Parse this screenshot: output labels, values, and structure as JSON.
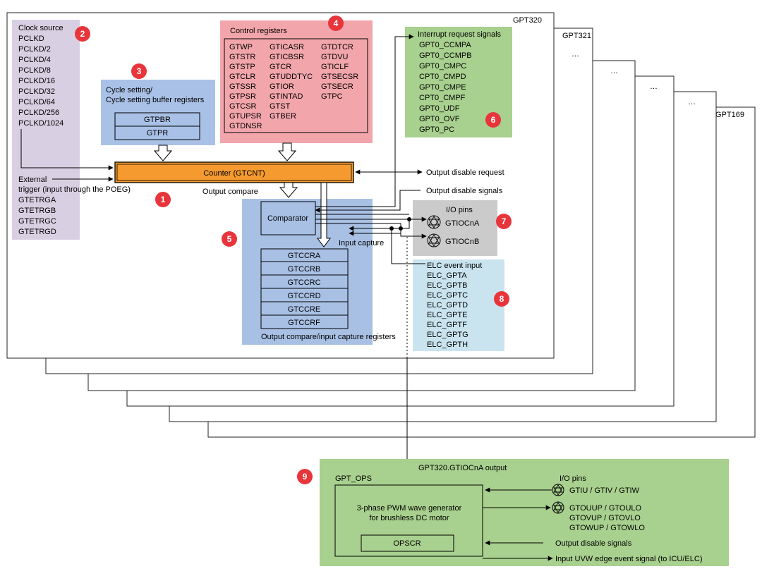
{
  "stack": {
    "gpt320": "GPT320",
    "gpt321": "GPT321",
    "gpt169": "GPT169",
    "ellipsis": "…"
  },
  "clock": {
    "title": "Clock source",
    "items": [
      "PCLKD",
      "PCLKD/2",
      "PCLKD/4",
      "PCLKD/8",
      "PCLKD/16",
      "PCLKD/32",
      "PCLKD/64",
      "PCLKD/256",
      "PCLKD/1024"
    ],
    "ext_line1": "External",
    "ext_line2": "trigger (input through the POEG)",
    "triggers": [
      "GTETRGA",
      "GTETRGB",
      "GTETRGC",
      "GTETRGD"
    ]
  },
  "cycle": {
    "title1": "Cycle setting/",
    "title2": "Cycle setting buffer registers",
    "regs": [
      "GTPBR",
      "GTPR"
    ]
  },
  "control": {
    "title": "Control registers",
    "col1": [
      "GTWP",
      "GTSTR",
      "GTSTP",
      "GTCLR",
      "GTSSR",
      "GTPSR",
      "GTCSR",
      "GTUPSR",
      "GTDNSR"
    ],
    "col2": [
      "GTICASR",
      "GTICBSR",
      "GTCR",
      "GTUDDTYC",
      "GTIOR",
      "GTINTAD",
      "GTST",
      "GTBER"
    ],
    "col3": [
      "GTDTCR",
      "GTDVU",
      "GTICLF",
      "GTSECSR",
      "GTSECR",
      "GTPC"
    ]
  },
  "interrupt": {
    "title": "Interrupt request signals",
    "items": [
      "GPT0_CCMPA",
      "GPT0_CCMPB",
      "GPT0_CMPC",
      "CPT0_CMPD",
      "GPT0_CMPE",
      "CPT0_CMPF",
      "GPT0_UDF",
      "GPT0_OVF",
      "GPT0_PC"
    ]
  },
  "counter": {
    "label": "Counter (GTCNT)"
  },
  "comparator": {
    "label": "Comparator"
  },
  "compare": {
    "regs": [
      "GTCCRA",
      "GTCCRB",
      "GTCCRC",
      "GTCCRD",
      "GTCCRE",
      "GTCCRF"
    ],
    "caption": "Output compare/input capture registers"
  },
  "labels": {
    "output_compare": "Output compare",
    "input_capture": "Input capture",
    "output_disable_request": "Output disable request",
    "output_disable_signals": "Output disable signals"
  },
  "io": {
    "title": "I/O pins",
    "pin_a": "GTIOCnA",
    "pin_b": "GTIOCnB"
  },
  "elc": {
    "title": "ELC event input",
    "items": [
      "ELC_GPTA",
      "ELC_GPTB",
      "ELC_GPTC",
      "ELC_GPTD",
      "ELC_GPTE",
      "ELC_GPTF",
      "ELC_GPTG",
      "ELC_GPTH"
    ]
  },
  "ops": {
    "name": "GPT_OPS",
    "input": "GPT320.GTIOCnA output",
    "gen_line1": "3-phase PWM wave generator",
    "gen_line2": "for brushless DC motor",
    "opscr": "OPSCR",
    "io_title": "I/O pins",
    "gti": "GTIU / GTIV / GTIW",
    "gto": [
      "GTOUUP / GTOULO",
      "GTOVUP / GTOVLO",
      "GTOWUP / GTOWLO"
    ],
    "out_disable": "Output disable signals",
    "uvw": "Input UVW edge event signal (to ICU/ELC)"
  },
  "badges": [
    "1",
    "2",
    "3",
    "4",
    "5",
    "6",
    "7",
    "8",
    "9"
  ],
  "colors": {
    "clock_bg": "#d9cfe2",
    "cycle_bg": "#a9c1e6",
    "control_bg": "#f2a6ab",
    "interrupt_bg": "#a8d08e",
    "counter_bg": "#f59a2e",
    "compare_bg": "#a8c0e4",
    "io_bg": "#cbcbcb",
    "elc_bg": "#c9e4ef",
    "ops_bg": "#a8d08e",
    "badge": "#e8353b"
  }
}
